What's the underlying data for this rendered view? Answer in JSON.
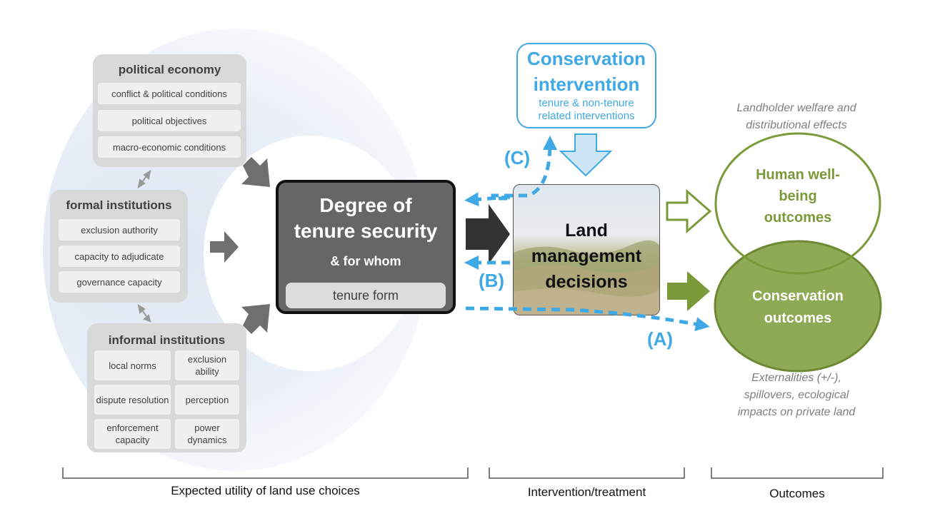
{
  "political_economy": {
    "title": "political economy",
    "items": [
      "conflict & political conditions",
      "political objectives",
      "macro-economic conditions"
    ]
  },
  "formal_institutions": {
    "title": "formal institutions",
    "items": [
      "exclusion authority",
      "capacity to adjudicate",
      "governance capacity"
    ]
  },
  "informal_institutions": {
    "title": "informal institutions",
    "items": [
      "local norms",
      "exclusion ability",
      "dispute resolution",
      "perception",
      "enforcement capacity",
      "power dynamics"
    ]
  },
  "tenure": {
    "title_line1": "Degree of",
    "title_line2": "tenure security",
    "subtitle": "& for whom",
    "form": "tenure form"
  },
  "land": {
    "line1": "Land",
    "line2": "management",
    "line3": "decisions"
  },
  "conservation_intervention": {
    "line1": "Conservation",
    "line2": "intervention",
    "sub1": "tenure & non-tenure",
    "sub2": "related interventions"
  },
  "outcomes": {
    "welfare_note1": "Landholder welfare and",
    "welfare_note2": "distributional effects",
    "human1": "Human well-",
    "human2": "being",
    "human3": "outcomes",
    "cons1": "Conservation",
    "cons2": "outcomes",
    "ext1": "Externalities (+/-),",
    "ext2": "spillovers, ecological",
    "ext3": "impacts on private land"
  },
  "path_labels": {
    "a": "(A)",
    "b": "(B)",
    "c": "(C)"
  },
  "bottom": {
    "left": "Expected utility of land use choices",
    "middle": "Intervention/treatment",
    "right": "Outcomes"
  },
  "colors": {
    "blue": "#3fa9e6",
    "green": "#7a9a3a",
    "green_fill": "#8faa55",
    "grey_arrow": "#6f6f6f"
  }
}
